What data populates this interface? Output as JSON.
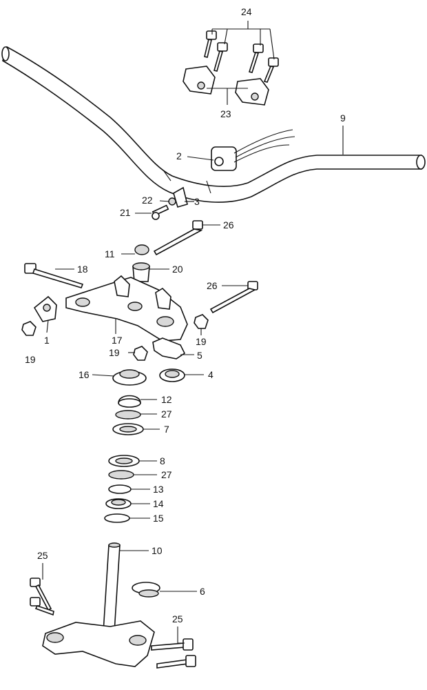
{
  "callouts": {
    "c1": "1",
    "c2": "2",
    "c3": "3",
    "c4": "4",
    "c5": "5",
    "c6": "6",
    "c7": "7",
    "c8": "8",
    "c9": "9",
    "c10": "10",
    "c11": "11",
    "c12": "12",
    "c13": "13",
    "c14": "14",
    "c15": "15",
    "c16": "16",
    "c17": "17",
    "c18": "18",
    "c19a": "19",
    "c19b": "19",
    "c19c": "19",
    "c20": "20",
    "c21": "21",
    "c22": "22",
    "c23": "23",
    "c24": "24",
    "c25a": "25",
    "c25b": "25",
    "c26a": "26",
    "c26b": "26",
    "c27a": "27",
    "c27b": "27"
  }
}
